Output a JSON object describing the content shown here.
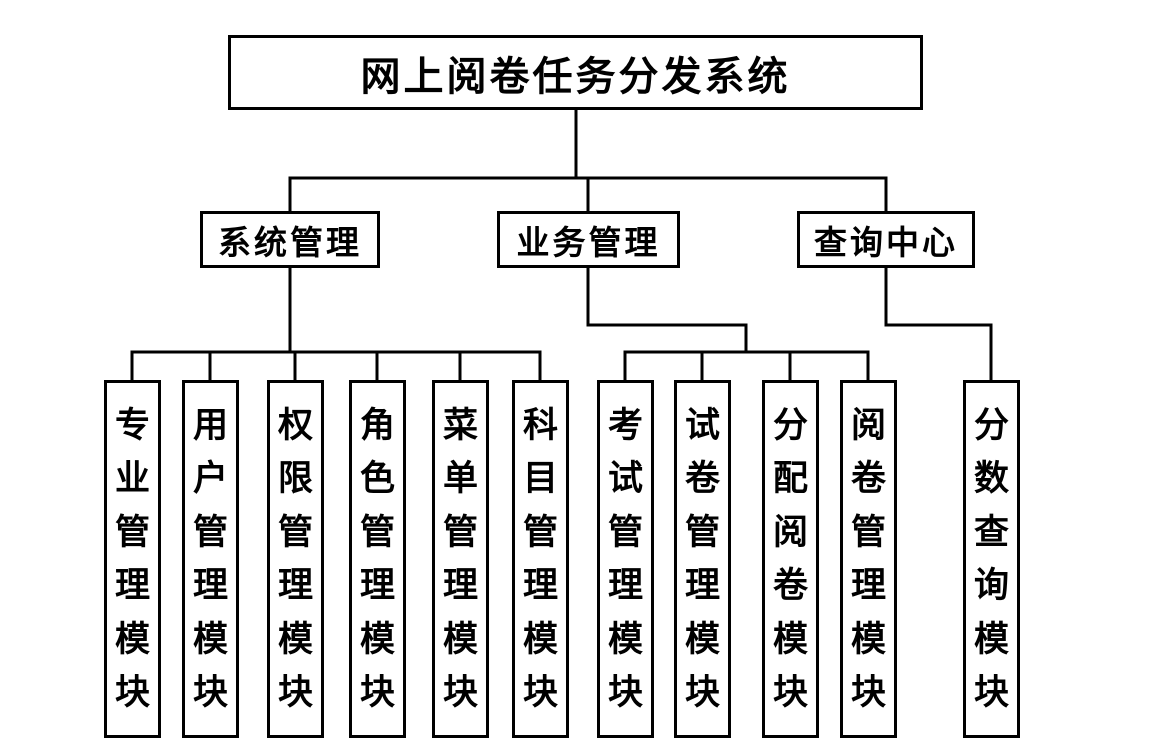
{
  "diagram": {
    "title": "网上阅卷任务分发系统",
    "branches": [
      {
        "label": "系统管理",
        "children": [
          "专业管理模块",
          "用户管理模块",
          "权限管理模块",
          "角色管理模块",
          "菜单管理模块",
          "科目管理模块"
        ]
      },
      {
        "label": "业务管理",
        "children": [
          "考试管理模块",
          "试卷管理模块",
          "分配阅卷模块",
          "阅卷管理模块"
        ]
      },
      {
        "label": "查询中心",
        "children": [
          "分数查询模块"
        ]
      }
    ],
    "colors": {
      "background": "#ffffff",
      "box_border": "#000000",
      "line": "#000000",
      "text": "#000000"
    }
  }
}
